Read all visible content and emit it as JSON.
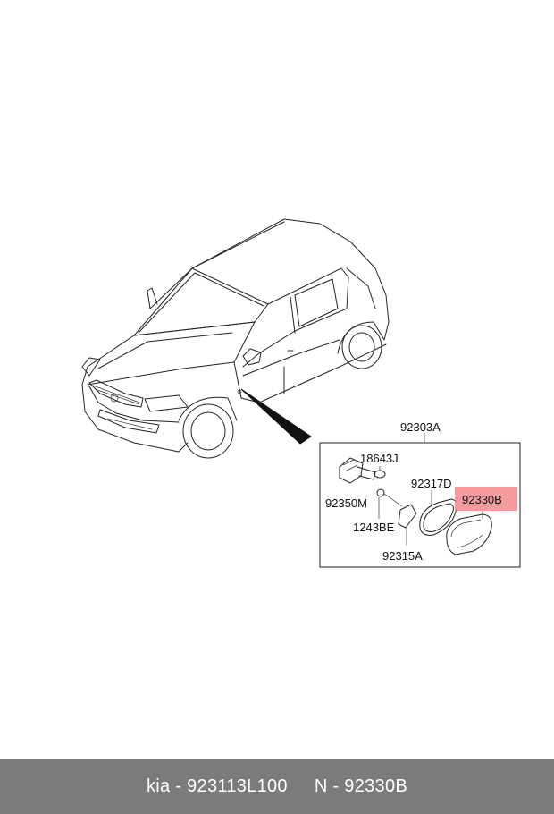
{
  "labels": {
    "assembly": "92303A",
    "bulb": "18643J",
    "socket": "92350M",
    "screw": "1243BE",
    "gasket": "92317D",
    "lens": "92330B",
    "housing": "92315A"
  },
  "highlight_color": "#f4888c",
  "footer": {
    "part_number": "kia - 923113L100",
    "ref_number": "N - 92330B"
  }
}
